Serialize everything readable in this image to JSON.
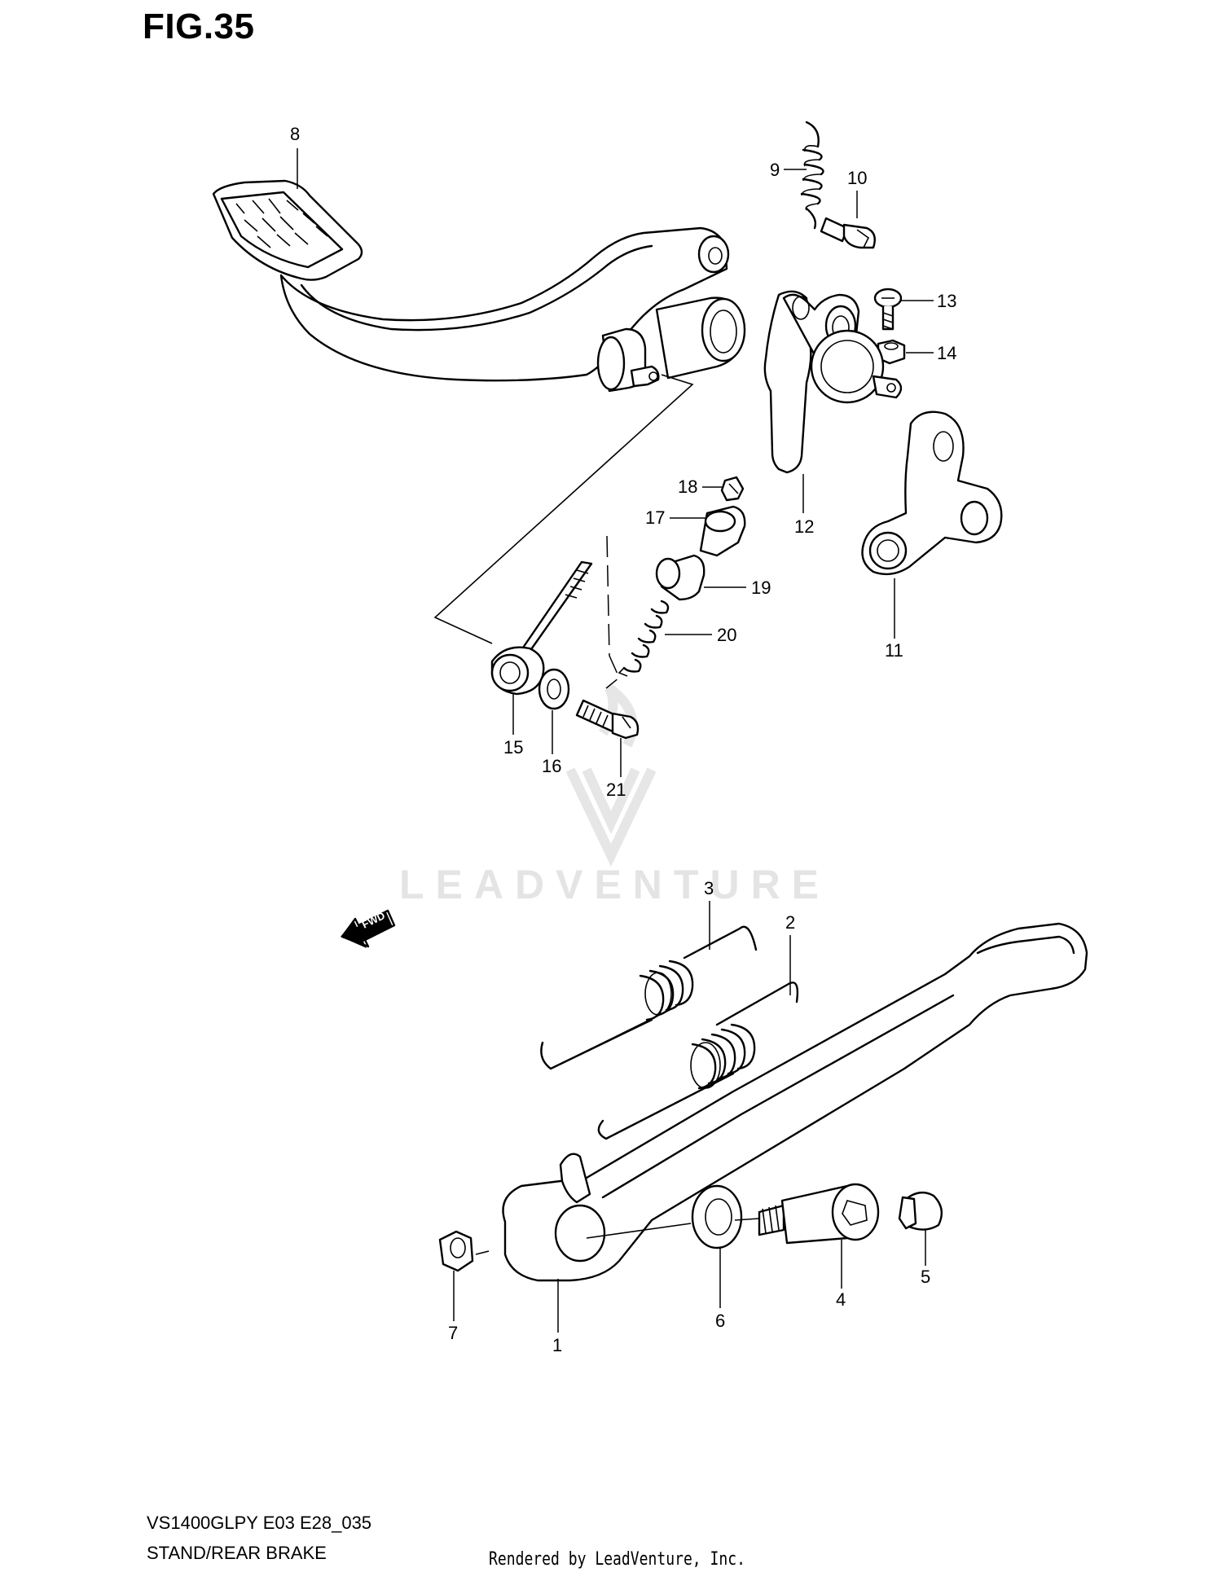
{
  "header": {
    "figure_title": "FIG.35"
  },
  "watermark": {
    "text": "LEADVENTURE"
  },
  "direction_marker": {
    "label": "FWD"
  },
  "callouts": {
    "c1": "1",
    "c2": "2",
    "c3": "3",
    "c4": "4",
    "c5": "5",
    "c6": "6",
    "c7": "7",
    "c8": "8",
    "c9": "9",
    "c10": "10",
    "c11": "11",
    "c12": "12",
    "c13": "13",
    "c14": "14",
    "c15": "15",
    "c16": "16",
    "c17": "17",
    "c18": "18",
    "c19": "19",
    "c20": "20",
    "c21": "21"
  },
  "footer": {
    "model_code": "VS1400GLPY E03 E28_035",
    "section_name": "STAND/REAR BRAKE",
    "credit": "Rendered by LeadVenture, Inc."
  }
}
